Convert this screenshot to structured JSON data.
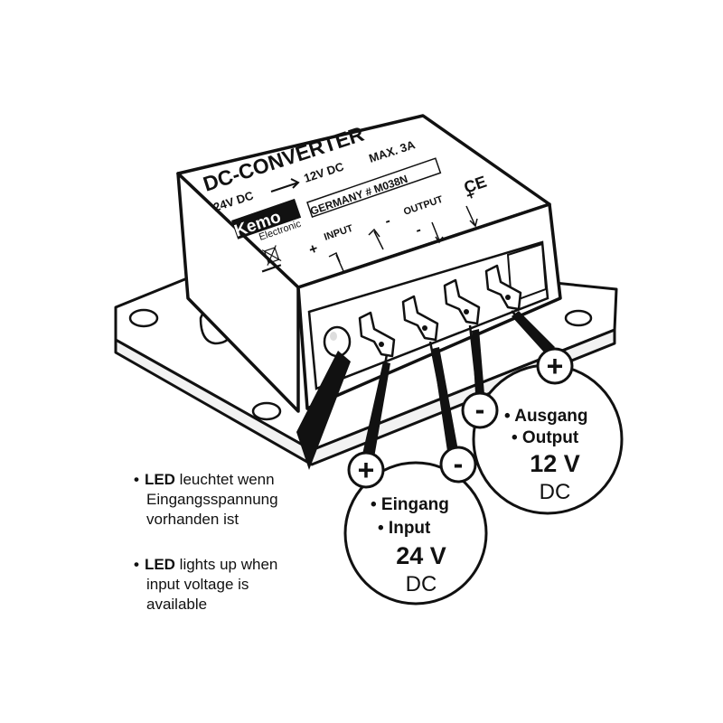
{
  "device": {
    "title": "DC-CONVERTER",
    "spec_in": "24V DC",
    "spec_out": "12V DC",
    "spec_max": "MAX. 3A",
    "brand": "Kemo",
    "brand_sub": "Electronic",
    "origin": "GERMANY # M038N",
    "ce_mark": "CE",
    "input_label": "INPUT",
    "output_label": "OUTPUT",
    "plus": "+",
    "minus": "-",
    "minus_long": "—"
  },
  "callouts": {
    "input": {
      "plus": "+",
      "minus": "-",
      "line1": "• Eingang",
      "line2": "• Input",
      "voltage": "24 V",
      "unit": "DC"
    },
    "output": {
      "plus": "+",
      "minus": "-",
      "line1": "• Ausgang",
      "line2": "• Output",
      "voltage": "12 V",
      "unit": "DC"
    }
  },
  "led_note": {
    "de_bold": "LED",
    "de_rest": " leuchtet wenn",
    "de_line2": "Eingangsspannung",
    "de_line3": "vorhanden ist",
    "en_bold": "LED",
    "en_rest": " lights up when",
    "en_line2": "input voltage is",
    "en_line3": "available",
    "bullet": "•"
  }
}
